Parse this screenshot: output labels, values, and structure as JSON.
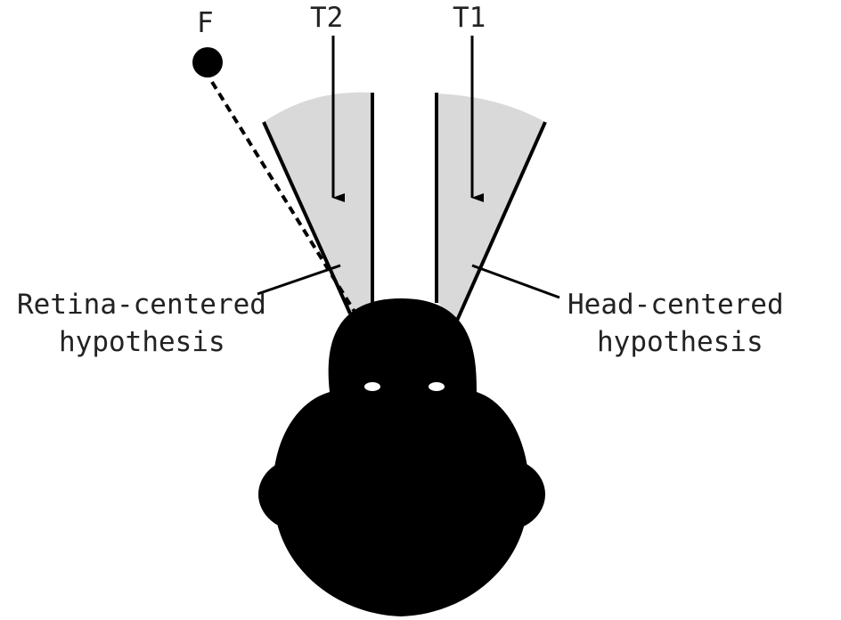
{
  "labels": {
    "fixation": "F",
    "target2": "T2",
    "target1": "T1",
    "retina_line1": "Retina-centered",
    "retina_line2": "hypothesis",
    "head_line1": "Head-centered",
    "head_line2": "hypothesis"
  },
  "colors": {
    "ink": "#000000",
    "wedge_fill": "#d9d9d9",
    "text": "#222222",
    "background": "#ffffff"
  }
}
